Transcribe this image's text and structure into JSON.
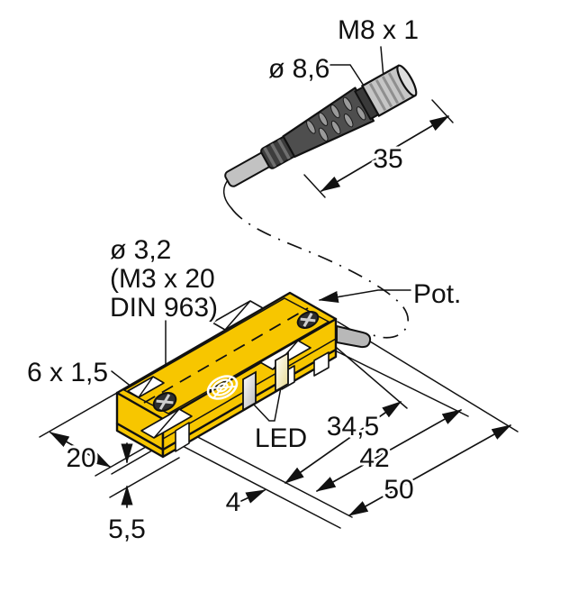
{
  "drawing": {
    "type": "technical-dimension-drawing",
    "connector": {
      "thread_label": "M8 x 1",
      "diameter_label": "ø 8,6",
      "length_label": "35"
    },
    "sensor": {
      "screw_hole_label_line1": "ø 3,2",
      "screw_hole_label_line2": "(M3 x 20",
      "screw_hole_label_line3": "DIN 963)",
      "slot_label": "6 x 1,5",
      "led_label": "LED",
      "pot_label": "Pot."
    },
    "dimensions": {
      "hole_distance": "34,5",
      "body_length": "42",
      "overall_length": "50",
      "foot_offset": "4",
      "width": "20",
      "height": "5,5"
    },
    "colors": {
      "body_yellow": "#f7c600",
      "connector_dark": "#4e4e4e",
      "connector_ring": "#3d3d3d",
      "metal_gray": "#c6c6c6",
      "cable_gray": "#c2c2c2",
      "tab_gray": "#b8b8b8",
      "led_window": "#d9d9d9",
      "line_black": "#111111",
      "symbol_white": "#ffffff"
    }
  }
}
